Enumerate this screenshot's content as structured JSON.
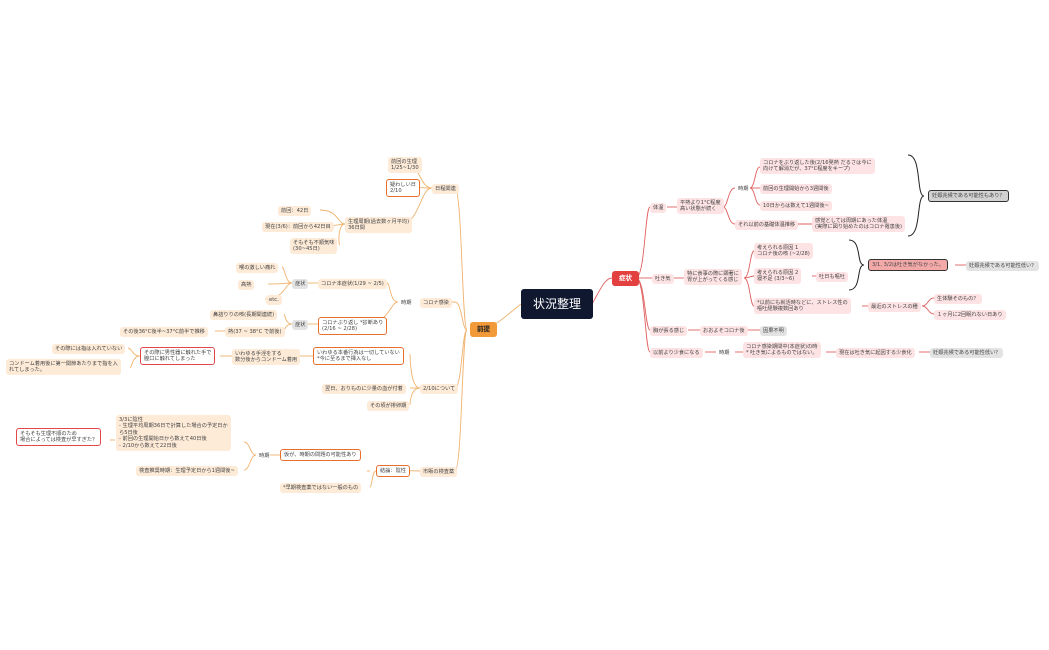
{
  "root": "状況整理",
  "premise": {
    "title": "前提",
    "schedule": {
      "title": "日程関連",
      "last_period": "前回の生理\n1/25~1/30",
      "risky_day": "疑わしい日\n2/10",
      "cycle": "生理周期(過去数ヶ月平均)\n36日間",
      "cycle_prev": "前回：42日",
      "cycle_now": "現在(3/6)：前回から42日目",
      "irregular": "そもそも不順気味\n(30~45日)"
    },
    "covid": {
      "title": "コロナ感染",
      "timing": "時期",
      "infection": "コロナ本症状(1/29 ~ 2/5)",
      "symptoms_label": "症状",
      "symptom_1": "喉の激しい痛れ",
      "symptom_2": "高熱",
      "symptom_3": "etc.",
      "relapse": "コロナぶり返し *診断あり\n(2/16 ~ 2/28)",
      "relapse_symptoms_label": "症状",
      "relapse_symptom_1": "鼻詰りりの咳(長期間連続)",
      "relapse_symptom_2": "熱(37 ~ 38°C で前後)",
      "relapse_symptom_3": "その後36°C後半~37°C前半で推移"
    },
    "feb10": {
      "title": "2/10について",
      "act": "いわゆる本番行為は一切していない\n*今に至るまで挿入なし",
      "act_note": "いわゆる手淫をする\n数分後からコンドーム着用",
      "touched": "その際に男性器に触れた手で\n膣口に触れてしまった",
      "touched_note_1": "その際には指は入れていない",
      "touched_note_2": "コンドーム着用後に第一関節あたりまで指を入\nれてしまった。",
      "discharge": "翌日、おりものに少量の血が付着",
      "period_pain": "その頃が排卵期"
    },
    "test": {
      "title": "市販の検査薬",
      "result": "結論：陰性",
      "timing": "時期",
      "maybe_early": "仮が、時期の問題の可能性あり",
      "dates": "3/3に陰性\n- 生理平均周期36日で計算した場合の予定日か\nら5日後\n- 前回の生理開始日から数えて40日後\n- 2/10から数えて22日後",
      "recommended": "検査推奨時期：生理予定日から1週間後~",
      "question": "そもそも生理不順のため\n場合によっては検査が早すぎた？",
      "not_early_test": "*早期検査薬ではない一般のもの"
    }
  },
  "symptoms": {
    "title": "症状",
    "body_temp": {
      "title": "体温",
      "desc": "平熱より1°C程度\n高い状態が続く",
      "timing": "時期",
      "t1": "コロナをぶり返した後(2/16発熱 だるさは今に\n向けて解消だが、37°C程度をキープ)",
      "t2": "前回の生理開始から3週間後",
      "t3": "10日からは数えて1週間後~",
      "earlier": "それ以前の基礎体温推移",
      "earlier_note": "感覚としては周期にあった体温\n(実際に図り始めたのはコロナ罹患後)"
    },
    "nausea": {
      "title": "吐き気",
      "desc": "特に食事の際に顕著に\n胃が上がってくる感じ",
      "cause_1": "考えられる原因 1\nコロナ後の咳 (~2/28)",
      "cause_2": "考えられる原因 2\n寝不足 (3/3~6)",
      "vomit": "吐日も嘔吐",
      "stress": "*以前にも就活時などに、ストレス性の\n嘔吐経験複数回あり",
      "recent_stress": "最近のストレスの種",
      "stress_1": "生体験そのもの？",
      "stress_2": "１ヶ月に2回眠れない日あり",
      "note_3_2": "3/1, 3/2は吐き気がなかった。"
    },
    "chest": {
      "title": "胸が張る感じ",
      "desc": "おおよそコロナ後",
      "cause_unknown": "因果不明"
    },
    "appetite": {
      "title": "以前より少食になる",
      "timing": "時期",
      "desc": "コロナ感染期間中(本症状)の時\n* 吐き気によるものではない。",
      "continued": "現在は吐き気に起因する少食化"
    },
    "conclusions": {
      "pregnancy_maybe": "妊娠兆候である可能性もあり？",
      "pregnancy_low": "妊娠兆候である可能性低い？",
      "pregnancy_low_2": "妊娠兆候である可能性低い？"
    }
  },
  "colors": {
    "left_line": "#f0b36f",
    "right_line": "#e06060",
    "root": "#101830",
    "left_branch": "#f29a3a",
    "right_branch": "#e34040"
  }
}
